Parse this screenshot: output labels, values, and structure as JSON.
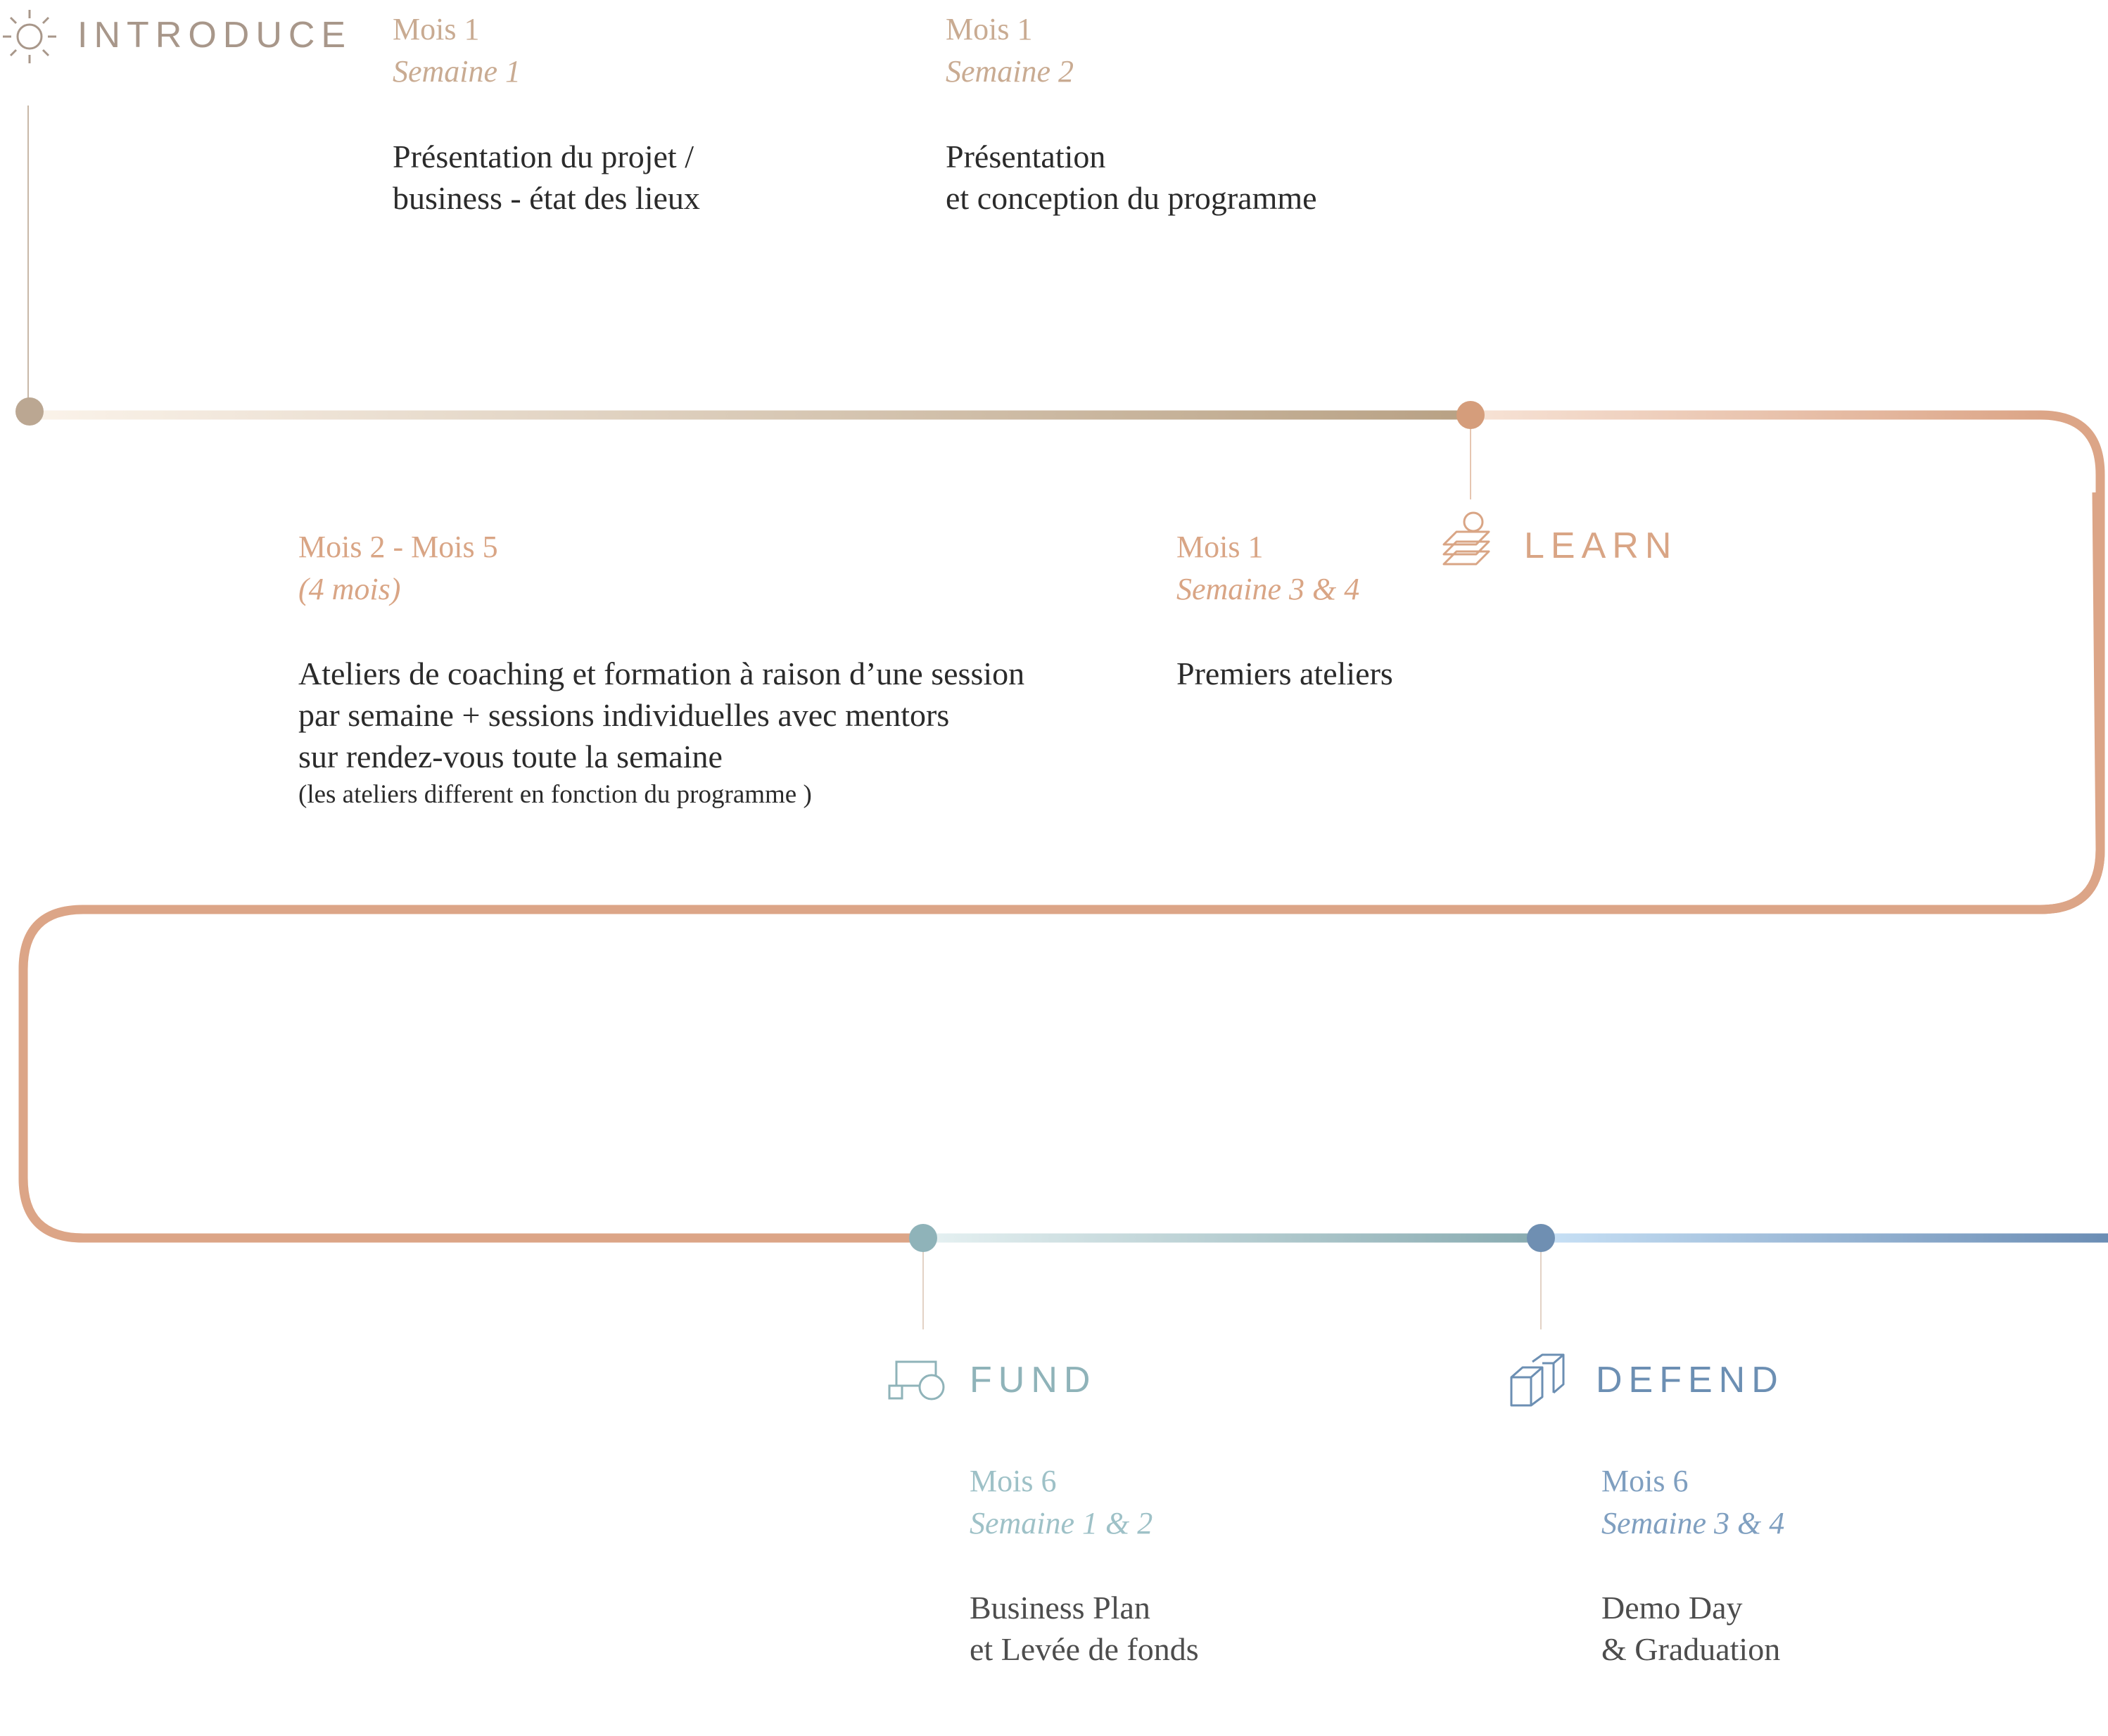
{
  "colors": {
    "introduce": "#a8978a",
    "introduce_meta": "#c9ab92",
    "learn": "#d9a585",
    "fund": "#8fb3b9",
    "defend": "#6c8fb3",
    "body_text": "#2b2b2b"
  },
  "introduce": {
    "label": "INTRODUCE",
    "icon": "sun-icon",
    "steps": [
      {
        "month": "Mois 1",
        "week": "Semaine 1",
        "lines": [
          "Présentation du projet /",
          "business - état des lieux"
        ]
      },
      {
        "month": "Mois 1",
        "week": "Semaine 2",
        "lines": [
          "Présentation",
          "et conception du programme"
        ]
      }
    ]
  },
  "learn": {
    "label": "LEARN",
    "icon": "layers-icon",
    "steps": [
      {
        "month": "Mois 1",
        "week": "Semaine 3 & 4",
        "lines": [
          "Premiers ateliers"
        ]
      },
      {
        "month": "Mois 2 - Mois 5",
        "week": "(4 mois)",
        "lines": [
          "Ateliers de coaching et formation à raison d’une session",
          "par semaine + sessions individuelles avec mentors",
          "sur rendez-vous toute la semaine"
        ],
        "note": "(les ateliers different en fonction du programme )"
      }
    ]
  },
  "fund": {
    "label": "FUND",
    "icon": "shapes-icon",
    "step": {
      "month": "Mois 6",
      "week": "Semaine 1 & 2",
      "lines": [
        "Business Plan",
        "et Levée de fonds"
      ]
    }
  },
  "defend": {
    "label": "DEFEND",
    "icon": "cubes-icon",
    "step": {
      "month": "Mois 6",
      "week": "Semaine 3 & 4",
      "lines": [
        "Demo Day",
        "& Graduation"
      ]
    }
  }
}
